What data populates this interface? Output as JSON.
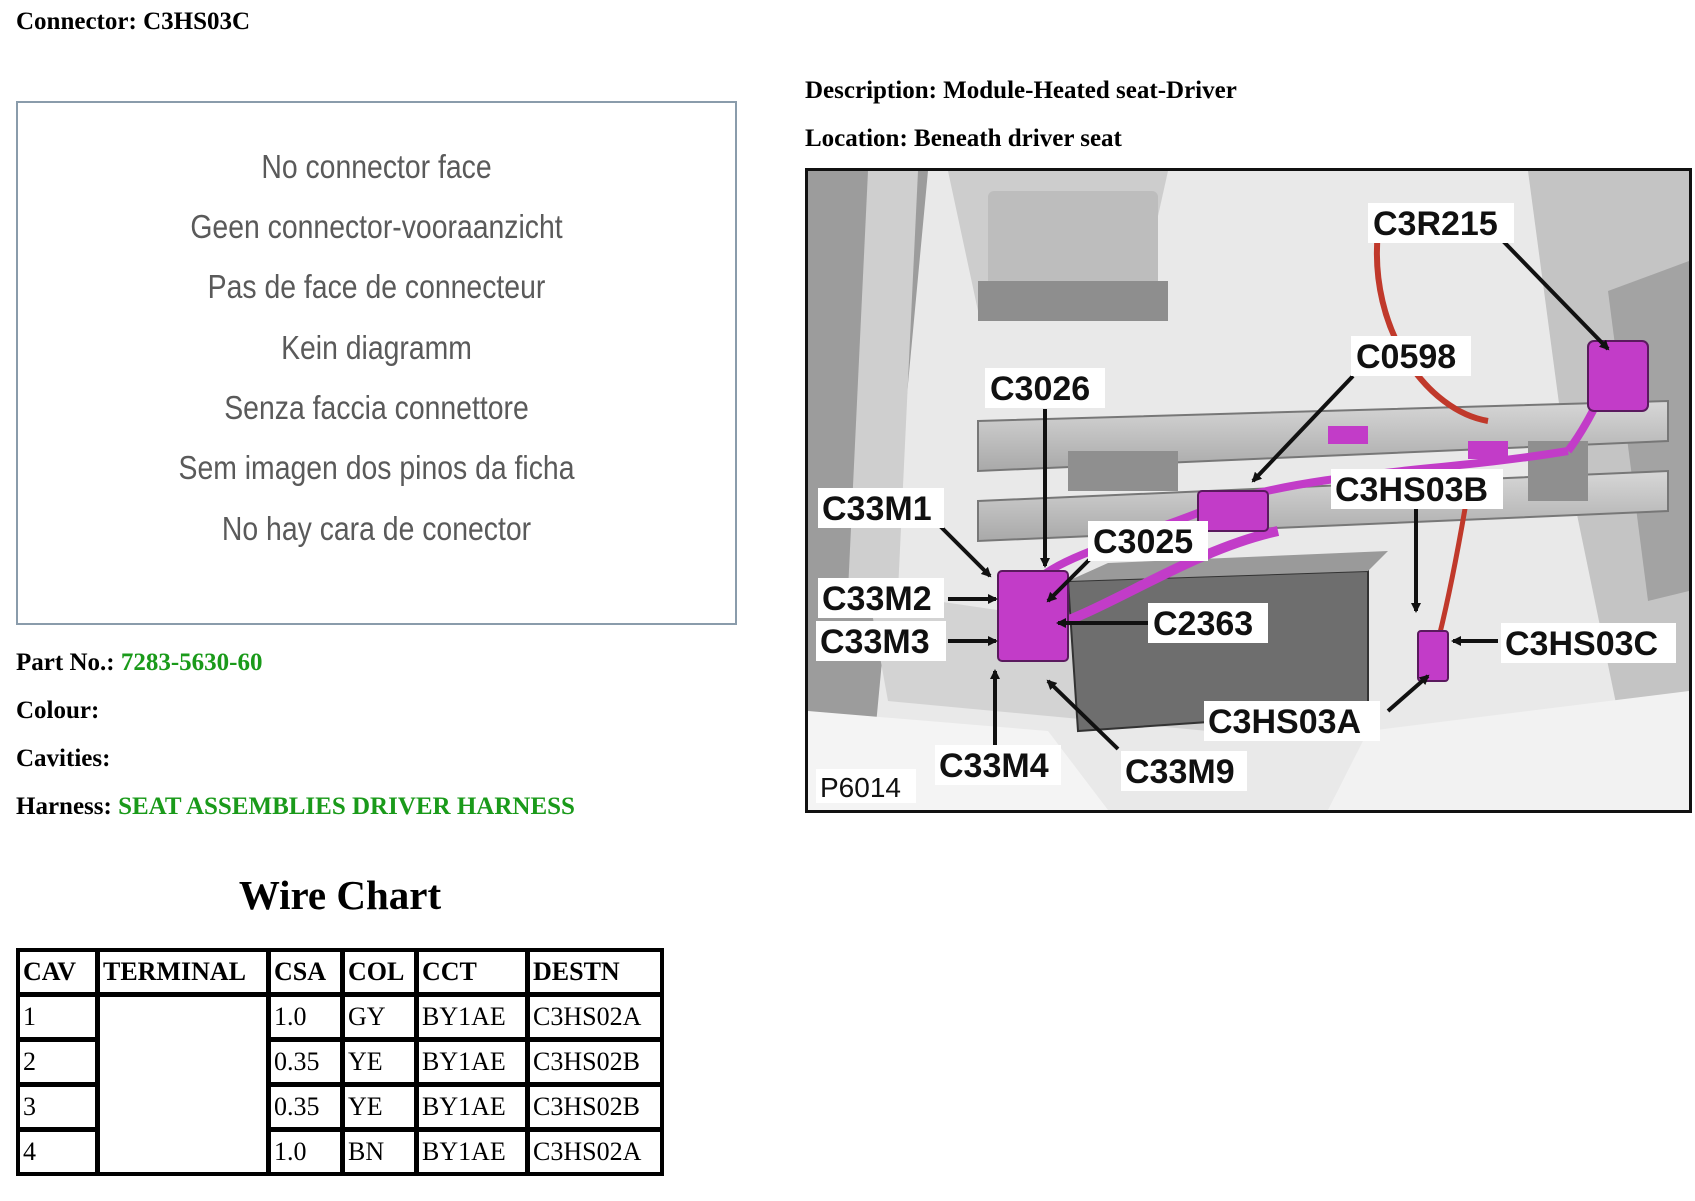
{
  "connector": {
    "label": "Connector:",
    "value": "C3HS03C"
  },
  "face_notice": {
    "lines": [
      "No connector face",
      "Geen connector-vooraanzicht",
      "Pas de face de connecteur",
      "Kein diagramm",
      "Senza faccia connettore",
      "Sem imagen dos pinos da ficha",
      "No hay cara de conector"
    ]
  },
  "details": {
    "part_no_label": "Part No.:",
    "part_no_value": "7283-5630-60",
    "colour_label": "Colour:",
    "colour_value": "",
    "cavities_label": "Cavities:",
    "cavities_value": "",
    "harness_label": "Harness:",
    "harness_value": "SEAT ASSEMBLIES DRIVER HARNESS"
  },
  "description": {
    "label": "Description:",
    "value": "Module-Heated seat-Driver"
  },
  "location": {
    "label": "Location:",
    "value": "Beneath driver seat"
  },
  "diagram": {
    "figure_id": "P6014",
    "callouts": [
      "C3R215",
      "C0598",
      "C3026",
      "C33M1",
      "C3025",
      "C3HS03B",
      "C33M2",
      "C2363",
      "C33M3",
      "C3HS03C",
      "C3HS03A",
      "C33M4",
      "C33M9"
    ],
    "colors": {
      "connector": "#c23cc8",
      "wire_red": "#c0392b",
      "line": "#111111"
    }
  },
  "wire_chart": {
    "title": "Wire Chart",
    "columns": [
      "CAV",
      "TERMINAL",
      "CSA",
      "COL",
      "CCT",
      "DESTN"
    ],
    "rows": [
      {
        "cav": "1",
        "terminal": "",
        "csa": "1.0",
        "col": "GY",
        "cct": "BY1AE",
        "destn": "C3HS02A"
      },
      {
        "cav": "2",
        "terminal": "",
        "csa": "0.35",
        "col": "YE",
        "cct": "BY1AE",
        "destn": "C3HS02B"
      },
      {
        "cav": "3",
        "terminal": "",
        "csa": "0.35",
        "col": "YE",
        "cct": "BY1AE",
        "destn": "C3HS02B"
      },
      {
        "cav": "4",
        "terminal": "",
        "csa": "1.0",
        "col": "BN",
        "cct": "BY1AE",
        "destn": "C3HS02A"
      }
    ]
  }
}
